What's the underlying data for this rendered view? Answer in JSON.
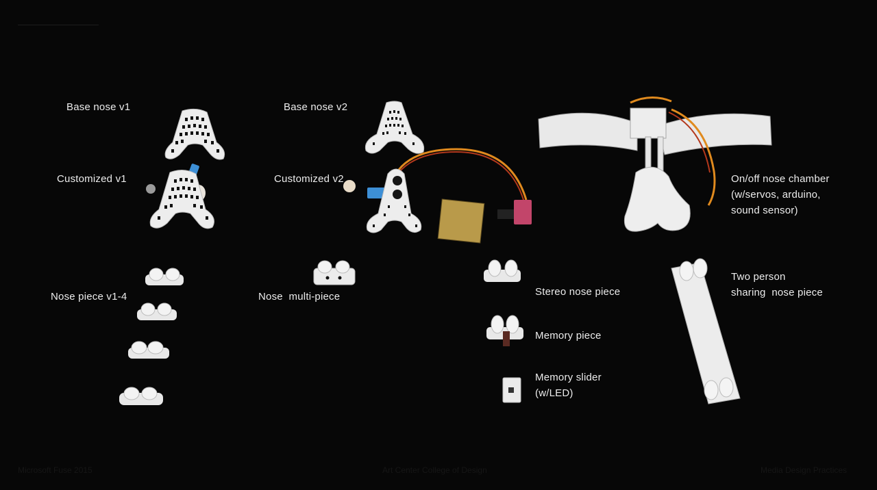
{
  "labels": {
    "base_nose_v1": "Base nose v1",
    "customized_v1": "Customized v1",
    "nose_piece_v1_4": "Nose piece v1-4",
    "base_nose_v2": "Base nose v2",
    "customized_v2": "Customized v2",
    "nose_multi_piece": "Nose  multi-piece",
    "on_off_nose_chamber": "On/off nose chamber\n(w/servos, arduino,\nsound sensor)",
    "stereo_nose_piece": "Stereo nose piece",
    "memory_piece": "Memory piece",
    "memory_slider": "Memory slider\n(w/LED)",
    "two_person_sharing": "Two person\nsharing  nose piece"
  },
  "footer": {
    "left": "Microsoft Fuse 2015",
    "center": "Art Center College of Design",
    "right": "Media Design Practices"
  },
  "colors": {
    "background": "#070707",
    "text": "#ececec",
    "object": "#eeeeee",
    "shadow": "#9a9a9a",
    "wire_orange": "#e08a1e",
    "wire_red": "#b3381c",
    "sensor_blue": "#3d8fd6",
    "board_gold": "#b99a4a",
    "servo_pink": "#c2456a"
  }
}
